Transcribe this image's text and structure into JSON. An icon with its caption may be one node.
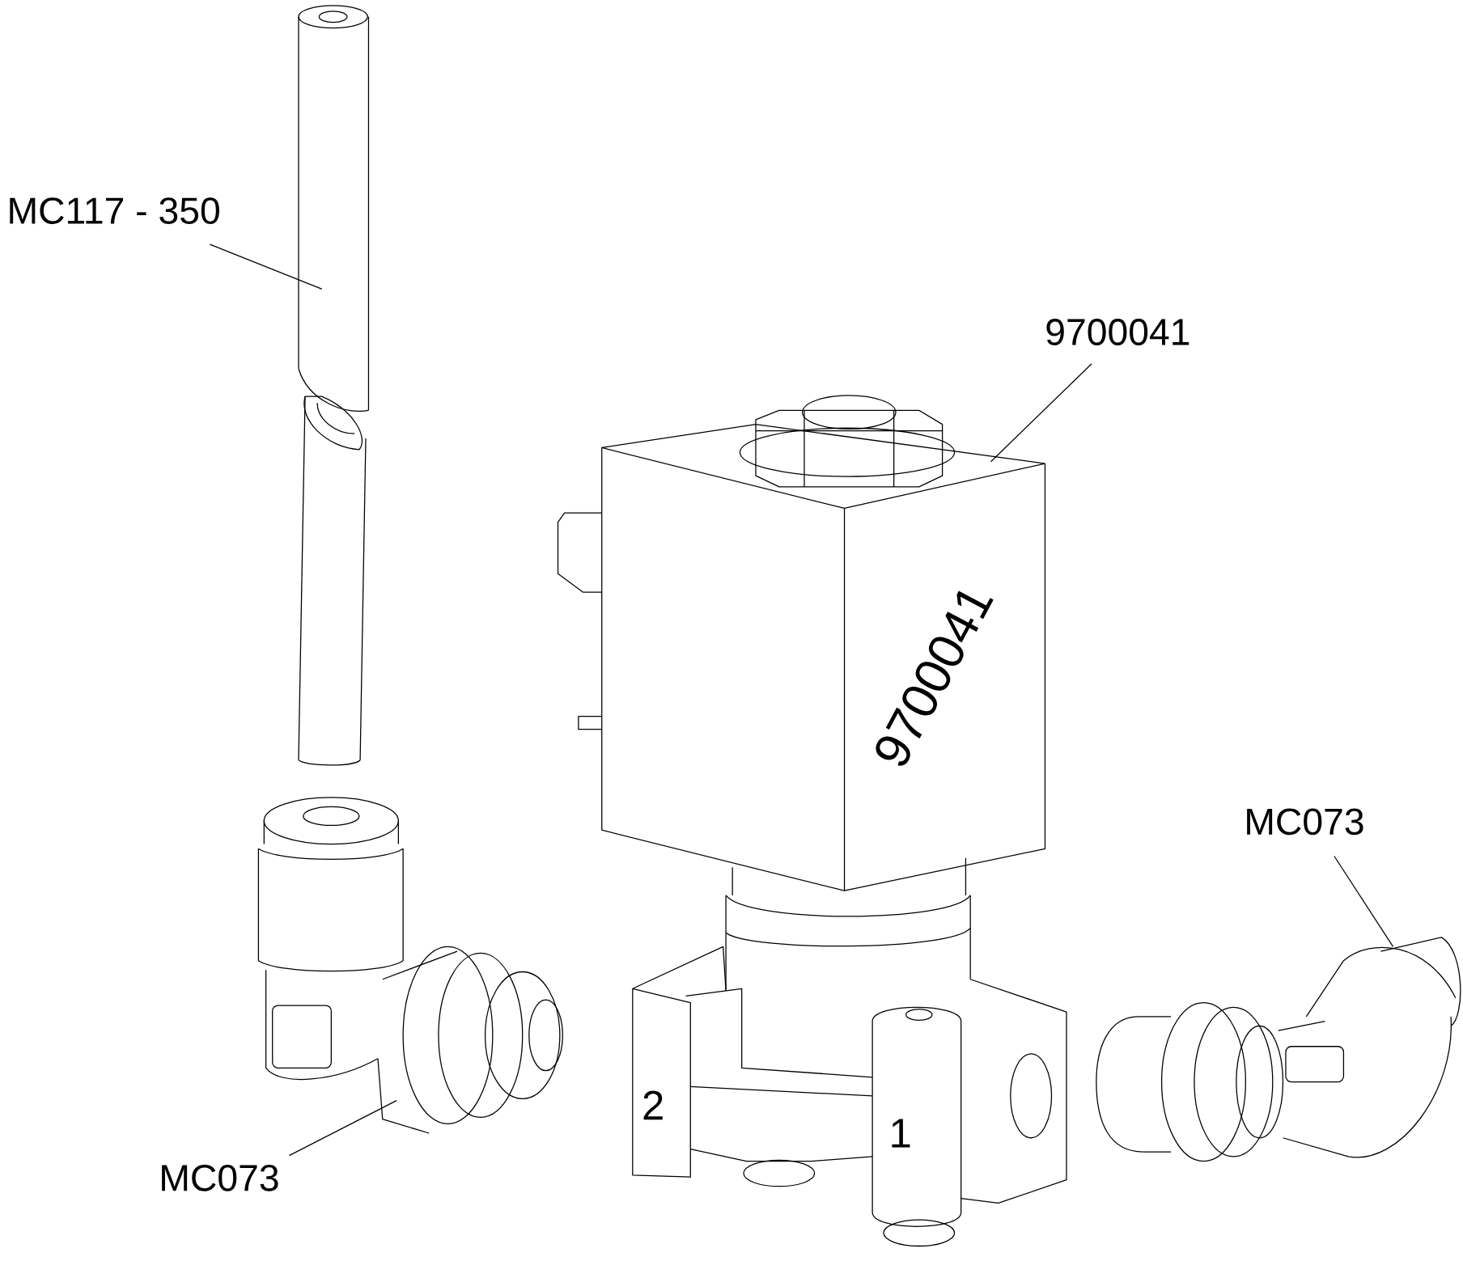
{
  "diagram": {
    "nodes": [
      {
        "text": [
          "MC117 - 350"
        ]
      },
      {
        "text": [],
        "shape": "picture"
      },
      {
        "text": [
          "9700041"
        ]
      },
      {
        "text": [],
        "shape": "picture"
      },
      {
        "text": [
          "MC073"
        ]
      },
      {
        "text": [],
        "shape": "picture"
      },
      {
        "text": [
          "MC073"
        ]
      },
      {
        "text": [],
        "shape": "picture"
      }
    ],
    "edges": [
      {
        "from": 0,
        "to": 1,
        "arrow": "none"
      },
      {
        "from": 2,
        "to": 3,
        "arrow": "none"
      },
      {
        "from": 4,
        "to": 5,
        "arrow": "none"
      },
      {
        "from": 6,
        "to": 7,
        "arrow": "none"
      }
    ],
    "labels": [
      "9700041",
      "2",
      "1"
    ]
  }
}
